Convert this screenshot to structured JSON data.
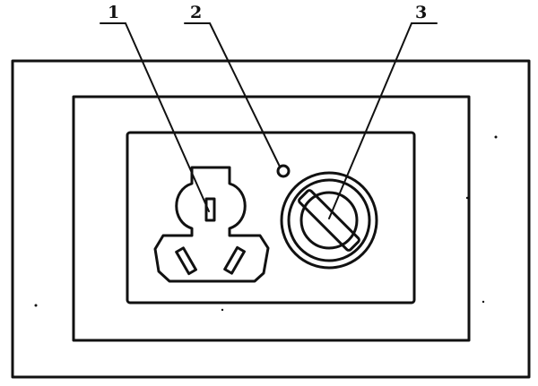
{
  "callouts": [
    {
      "id": "1",
      "label": "1",
      "target": "socket-outlet"
    },
    {
      "id": "2",
      "label": "2",
      "target": "indicator-light"
    },
    {
      "id": "3",
      "label": "3",
      "target": "rotary-switch"
    }
  ],
  "colors": {
    "ink": "#111111",
    "background": "#ffffff"
  }
}
